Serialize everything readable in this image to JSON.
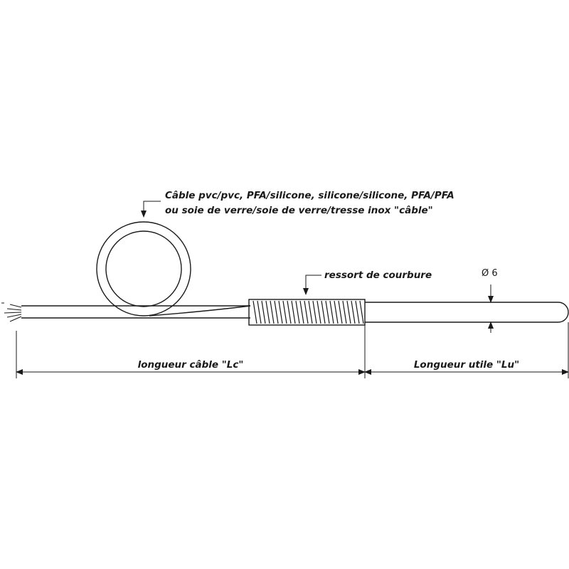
{
  "labels": {
    "cable_line1": "Câble pvc/pvc, PFA/silicone, silicone/silicone, PFA/PFA",
    "cable_line2": "ou soie de verre/soie de verre/tresse inox \"câble\"",
    "spring": "ressort de courbure",
    "diameter": "Ø 6",
    "cable_length": "longueur câble \"Lc\"",
    "useful_length": "Longueur utile \"Lu\""
  },
  "colors": {
    "stroke": "#1a1a1a",
    "background": "#ffffff"
  }
}
